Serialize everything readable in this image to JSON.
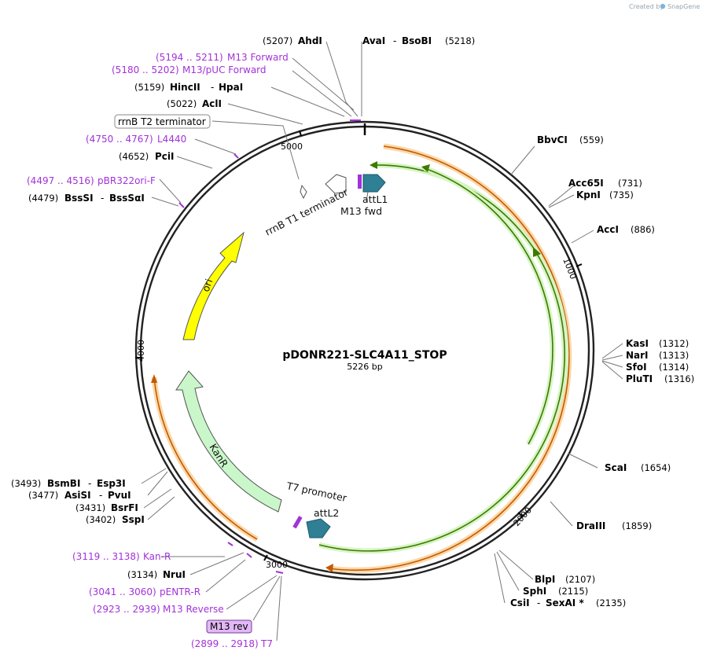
{
  "credit": "Created by",
  "brand": "SnapGene",
  "plasmid": {
    "name": "pDONR221-SLC4A11_STOP",
    "length_label": "5226 bp"
  },
  "ticks": [
    "1000",
    "2000",
    "3000",
    "4000",
    "5000"
  ],
  "sites": {
    "ahdI": {
      "pos": "(5207)",
      "name": "AhdI"
    },
    "avaI": {
      "name": "AvaI",
      "sep": "-",
      "name2": "BsoBI",
      "pos": "(5218)"
    },
    "m13fwd": {
      "pos": "(5194 .. 5211)",
      "name": "M13 Forward"
    },
    "m13puc": {
      "pos": "(5180 .. 5202)",
      "name": "M13/pUC Forward"
    },
    "hincII": {
      "pos": "(5159)",
      "name": "HincII",
      "sep": "-",
      "name2": "HpaI"
    },
    "aclI": {
      "pos": "(5022)",
      "name": "AclI"
    },
    "rrnbT2": {
      "name": "rrnB T2 terminator"
    },
    "l4440": {
      "pos": "(4750 .. 4767)",
      "name": "L4440"
    },
    "pciI": {
      "pos": "(4652)",
      "name": "PciI"
    },
    "pbr322": {
      "pos": "(4497 .. 4516)",
      "name": "pBR322ori-F"
    },
    "bssSI": {
      "pos": "(4479)",
      "name": "BssSI",
      "sep": "-",
      "name2": "BssSαI"
    },
    "bbvCI": {
      "name": "BbvCI",
      "pos": "(559)"
    },
    "acc65I": {
      "name": "Acc65I",
      "pos": "(731)"
    },
    "kpnI": {
      "name": "KpnI",
      "pos": "(735)"
    },
    "accI": {
      "name": "AccI",
      "pos": "(886)"
    },
    "kasI": {
      "name": "KasI",
      "pos": "(1312)"
    },
    "narI": {
      "name": "NarI",
      "pos": "(1313)"
    },
    "sfoI": {
      "name": "SfoI",
      "pos": "(1314)"
    },
    "pluTI": {
      "name": "PluTI",
      "pos": "(1316)"
    },
    "scaI": {
      "name": "ScaI",
      "pos": "(1654)"
    },
    "draIII": {
      "name": "DraIII",
      "pos": "(1859)"
    },
    "blpI": {
      "name": "BlpI",
      "pos": "(2107)"
    },
    "sphI": {
      "name": "SphI",
      "pos": "(2115)"
    },
    "csiI": {
      "name": "CsiI",
      "sep": "-",
      "name2": "SexAI *",
      "pos": "(2135)"
    },
    "bsmBI": {
      "pos": "(3493)",
      "name": "BsmBI",
      "sep": "-",
      "name2": "Esp3I"
    },
    "asiSI": {
      "pos": "(3477)",
      "name": "AsiSI",
      "sep": "-",
      "name2": "PvuI"
    },
    "bsrFI": {
      "pos": "(3431)",
      "name": "BsrFI"
    },
    "sspI": {
      "pos": "(3402)",
      "name": "SspI"
    },
    "kanR_primer": {
      "pos": "(3119 .. 3138)",
      "name": "Kan-R"
    },
    "nruI": {
      "pos": "(3134)",
      "name": "NruI"
    },
    "pentr": {
      "pos": "(3041 .. 3060)",
      "name": "pENTR-R"
    },
    "m13rev_primer": {
      "pos": "(2923 .. 2939)",
      "name": "M13 Reverse"
    },
    "m13rev_box": {
      "name": "M13 rev"
    },
    "t7": {
      "pos": "(2899 .. 2918)",
      "name": "T7"
    }
  },
  "features": {
    "ori": "ori",
    "kanR": "KanR",
    "rrnbT1": "rrnB T1 terminator",
    "attL1": "attL1",
    "m13fwd": "M13 fwd",
    "t7promoter": "T7 promoter",
    "attL2": "attL2"
  },
  "colors": {
    "backbone": "#222222",
    "ori": "#ffff00",
    "kanR": "#c9f7c9",
    "orange": "#f5a623",
    "green": "#4e9a06",
    "att": "#2f7f95",
    "primer": "#a232d9"
  }
}
